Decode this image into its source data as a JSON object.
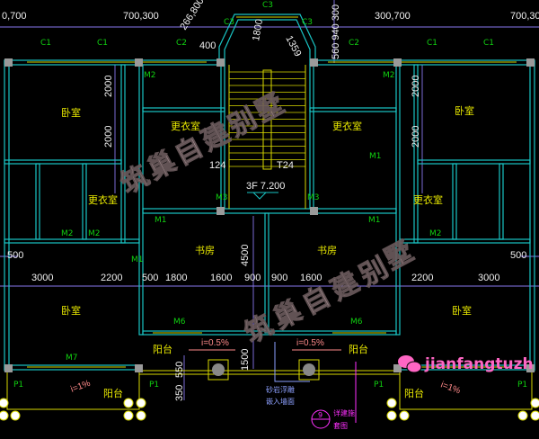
{
  "colors": {
    "wall": "#19c4c4",
    "window": "#d8d800",
    "dimension": "#8877ee",
    "room_label": "#e8e800",
    "door_label": "#10d010",
    "background": "#000000",
    "annotation": "#ff30ff"
  },
  "top_dims": [
    "0,700",
    "700,300",
    "266,800",
    "300,700",
    "700,300",
    "400",
    "560 940 300",
    "1800",
    "1359"
  ],
  "windows": {
    "c1": "C1",
    "c2": "C2",
    "c3": "C3"
  },
  "rooms": {
    "bedroom": "卧室",
    "dressing": "更衣室",
    "study": "书房",
    "balcony": "阳台"
  },
  "doors": {
    "m1": "M1",
    "m2": "M2",
    "m3": "M3",
    "m6": "M6",
    "m7": "M7",
    "p1": "P1"
  },
  "stair": {
    "down": "124",
    "up": "T24",
    "level": "3F  7.200"
  },
  "dims": {
    "d2000": "2000",
    "d500": "500",
    "d3000": "3000",
    "d2200": "2200",
    "d1800": "1800",
    "d1600": "1600",
    "d900": "900",
    "d4500": "4500",
    "d1500": "1500",
    "d550": "550",
    "d350": "350"
  },
  "slopes": {
    "half": "i=0.5%",
    "one": "i=1%"
  },
  "notes": {
    "relief_1": "砂岩浮雕",
    "relief_2": "嵌入墙面",
    "detail_no": "9",
    "detail_1": "详建施",
    "detail_2": "套图"
  },
  "watermark": "筑巢自建别墅",
  "brand": "jianfangtuzh"
}
